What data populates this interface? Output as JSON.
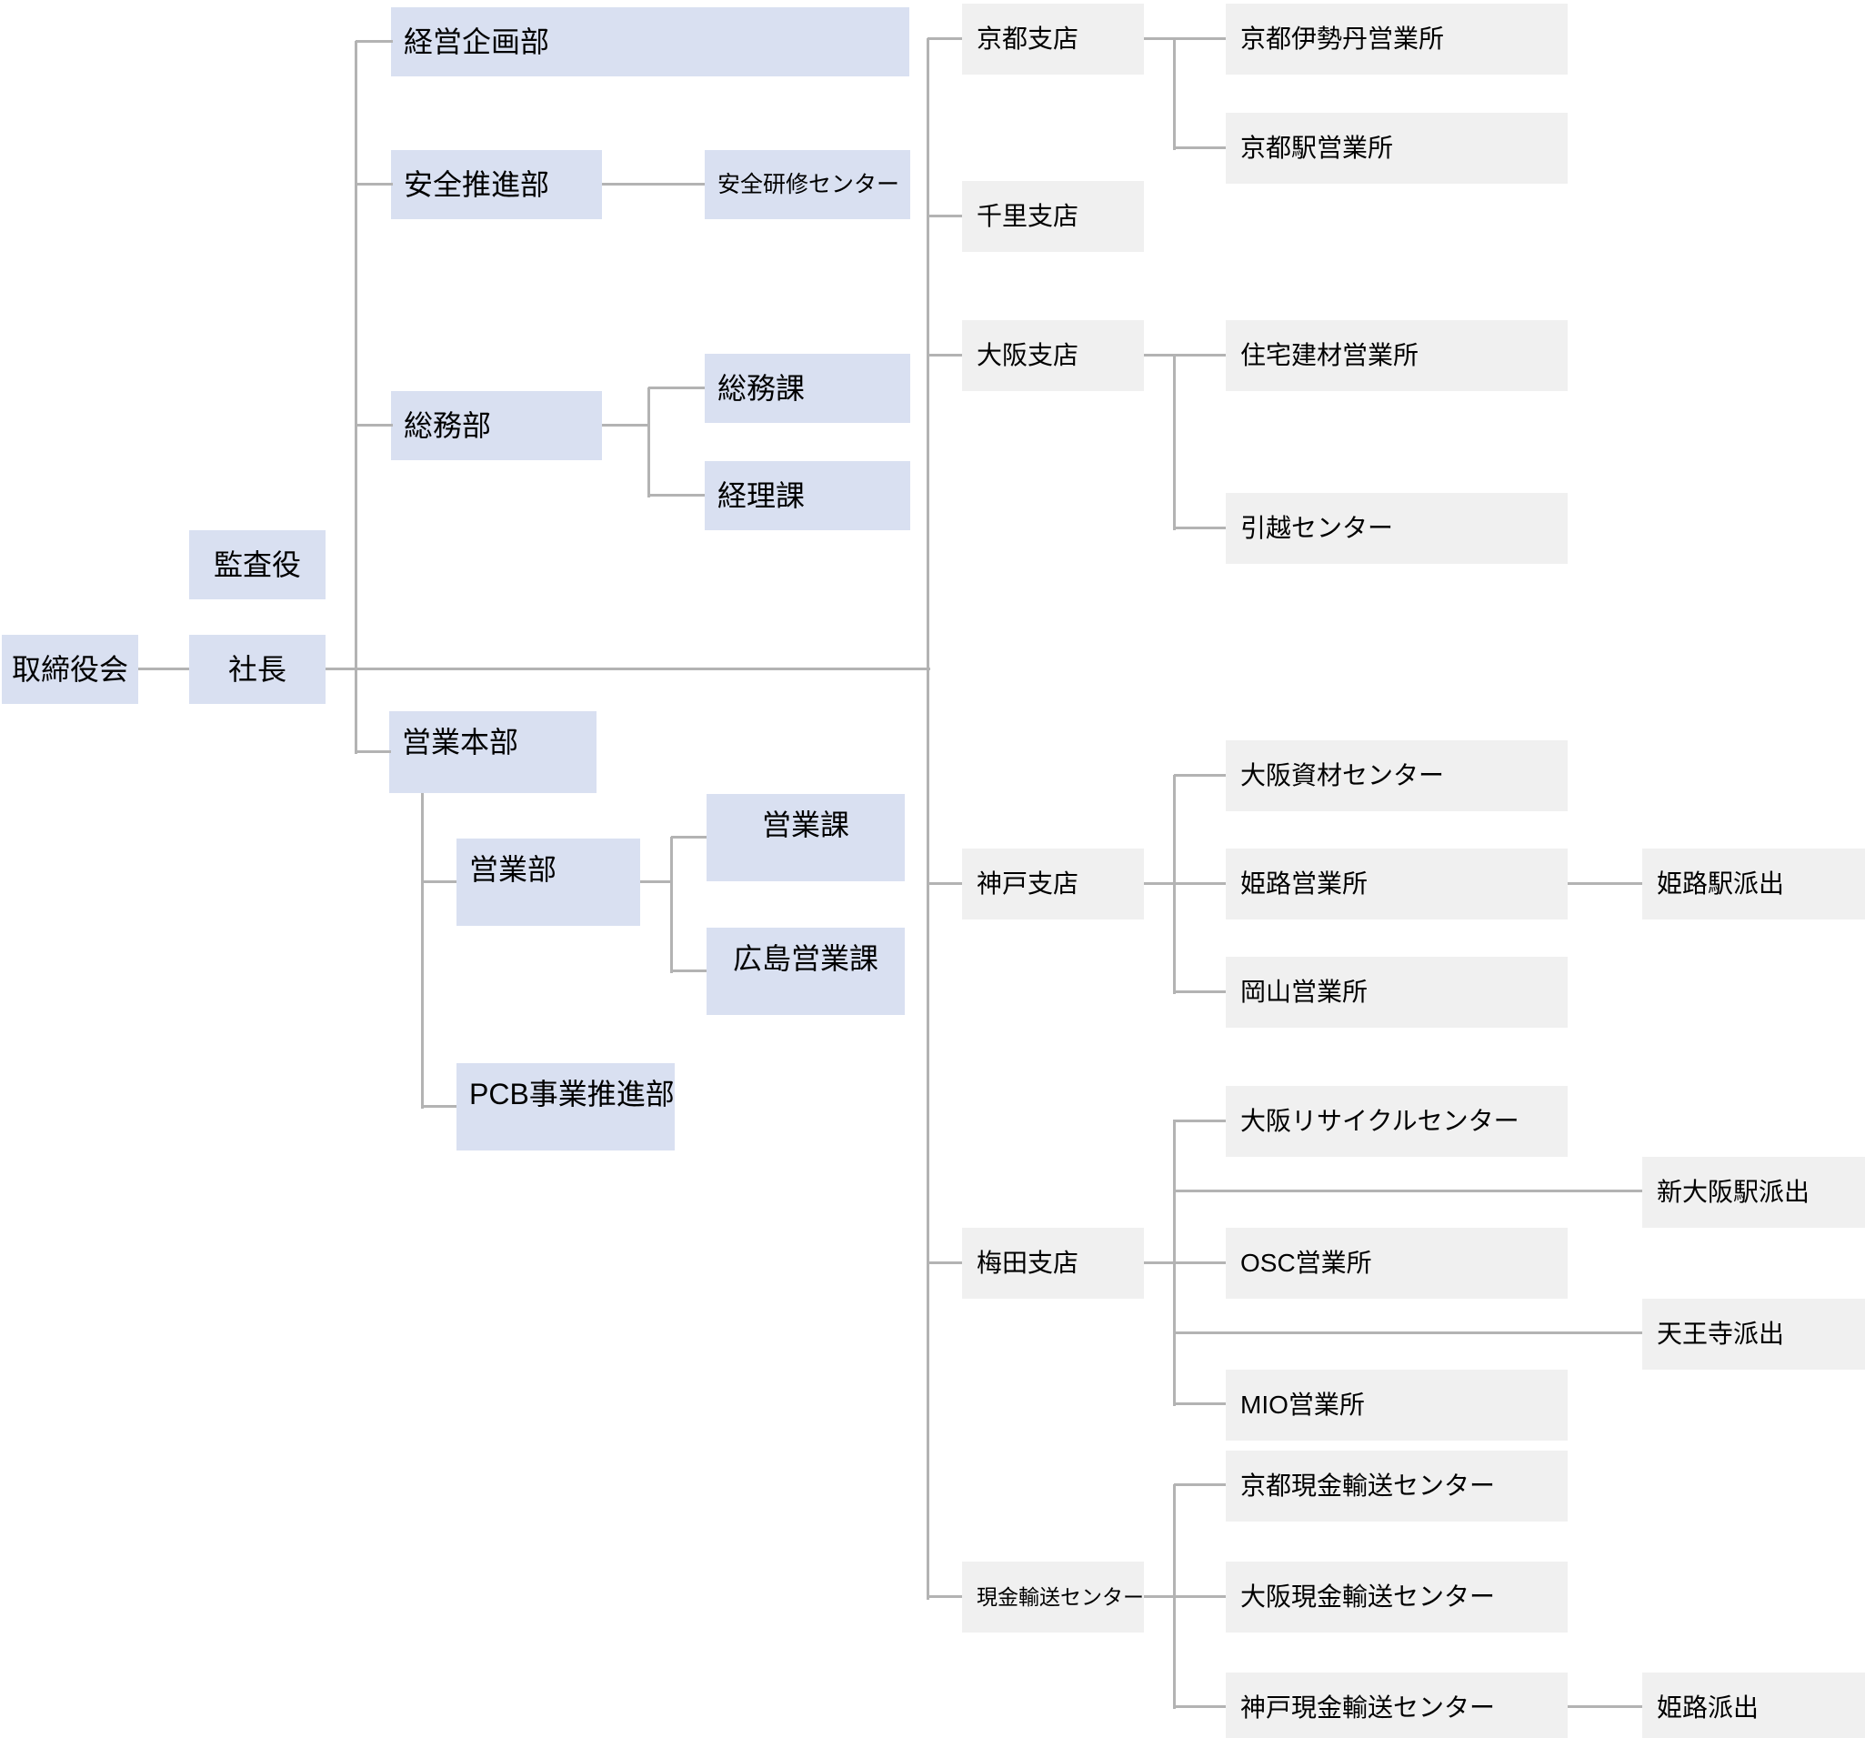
{
  "chart_title": "",
  "styles": {
    "department_fill": "#d9e0f1",
    "office_fill": "#f0f0f0",
    "connector_color": "#b3b3b3",
    "text_color": "#000000",
    "background": "#ffffff"
  },
  "org": {
    "nodes": [
      {
        "id": "board",
        "label": "取締役会",
        "type": "department",
        "parent": null
      },
      {
        "id": "auditor",
        "label": "監査役",
        "type": "department",
        "parent": null
      },
      {
        "id": "president",
        "label": "社長",
        "type": "department",
        "parent": "board"
      },
      {
        "id": "corp-planning",
        "label": "経営企画部",
        "type": "department",
        "parent": "president"
      },
      {
        "id": "safety-promotion",
        "label": "安全推進部",
        "type": "department",
        "parent": "president"
      },
      {
        "id": "safety-training",
        "label": "安全研修センター",
        "type": "department",
        "parent": "safety-promotion"
      },
      {
        "id": "general-affairs-dept",
        "label": "総務部",
        "type": "department",
        "parent": "president"
      },
      {
        "id": "general-affairs-sec",
        "label": "総務課",
        "type": "department",
        "parent": "general-affairs-dept"
      },
      {
        "id": "accounting-sec",
        "label": "経理課",
        "type": "department",
        "parent": "general-affairs-dept"
      },
      {
        "id": "sales-hq",
        "label": "営業本部",
        "type": "department",
        "parent": "president"
      },
      {
        "id": "sales-dept",
        "label": "営業部",
        "type": "department",
        "parent": "sales-hq"
      },
      {
        "id": "sales-sec",
        "label": "営業課",
        "type": "department",
        "parent": "sales-dept"
      },
      {
        "id": "hiroshima-sales-sec",
        "label": "広島営業課",
        "type": "department",
        "parent": "sales-dept"
      },
      {
        "id": "pcb-dept",
        "label": "PCB事業推進部",
        "type": "department",
        "parent": "sales-hq"
      },
      {
        "id": "kyoto-branch",
        "label": "京都支店",
        "type": "office",
        "parent": "president"
      },
      {
        "id": "kyoto-isetan",
        "label": "京都伊勢丹営業所",
        "type": "office",
        "parent": "kyoto-branch"
      },
      {
        "id": "kyoto-station",
        "label": "京都駅営業所",
        "type": "office",
        "parent": "kyoto-branch"
      },
      {
        "id": "senri-branch",
        "label": "千里支店",
        "type": "office",
        "parent": "president"
      },
      {
        "id": "osaka-branch",
        "label": "大阪支店",
        "type": "office",
        "parent": "president"
      },
      {
        "id": "housing-materials",
        "label": "住宅建材営業所",
        "type": "office",
        "parent": "osaka-branch"
      },
      {
        "id": "moving-center",
        "label": "引越センター",
        "type": "office",
        "parent": "osaka-branch"
      },
      {
        "id": "kobe-branch",
        "label": "神戸支店",
        "type": "office",
        "parent": "president"
      },
      {
        "id": "osaka-shizai",
        "label": "大阪資材センター",
        "type": "office",
        "parent": "kobe-branch"
      },
      {
        "id": "himeji-office",
        "label": "姫路営業所",
        "type": "office",
        "parent": "kobe-branch"
      },
      {
        "id": "himeji-station",
        "label": "姫路駅派出",
        "type": "office",
        "parent": "himeji-office"
      },
      {
        "id": "okayama",
        "label": "岡山営業所",
        "type": "office",
        "parent": "kobe-branch"
      },
      {
        "id": "umeda-branch",
        "label": "梅田支店",
        "type": "office",
        "parent": "president"
      },
      {
        "id": "osaka-recycle",
        "label": "大阪リサイクルセンター",
        "type": "office",
        "parent": "umeda-branch"
      },
      {
        "id": "shin-osaka",
        "label": "新大阪駅派出",
        "type": "office",
        "parent": "umeda-branch"
      },
      {
        "id": "osc",
        "label": "OSC営業所",
        "type": "office",
        "parent": "umeda-branch"
      },
      {
        "id": "tennoji",
        "label": "天王寺派出",
        "type": "office",
        "parent": "umeda-branch"
      },
      {
        "id": "mio",
        "label": "MIO営業所",
        "type": "office",
        "parent": "umeda-branch"
      },
      {
        "id": "cash-center",
        "label": "現金輸送センター",
        "type": "office",
        "parent": "president"
      },
      {
        "id": "kyoto-cash",
        "label": "京都現金輸送センター",
        "type": "office",
        "parent": "cash-center"
      },
      {
        "id": "osaka-cash",
        "label": "大阪現金輸送センター",
        "type": "office",
        "parent": "cash-center"
      },
      {
        "id": "kobe-cash",
        "label": "神戸現金輸送センター",
        "type": "office",
        "parent": "cash-center"
      },
      {
        "id": "himeji-det",
        "label": "姫路派出",
        "type": "office",
        "parent": "kobe-cash"
      }
    ]
  }
}
